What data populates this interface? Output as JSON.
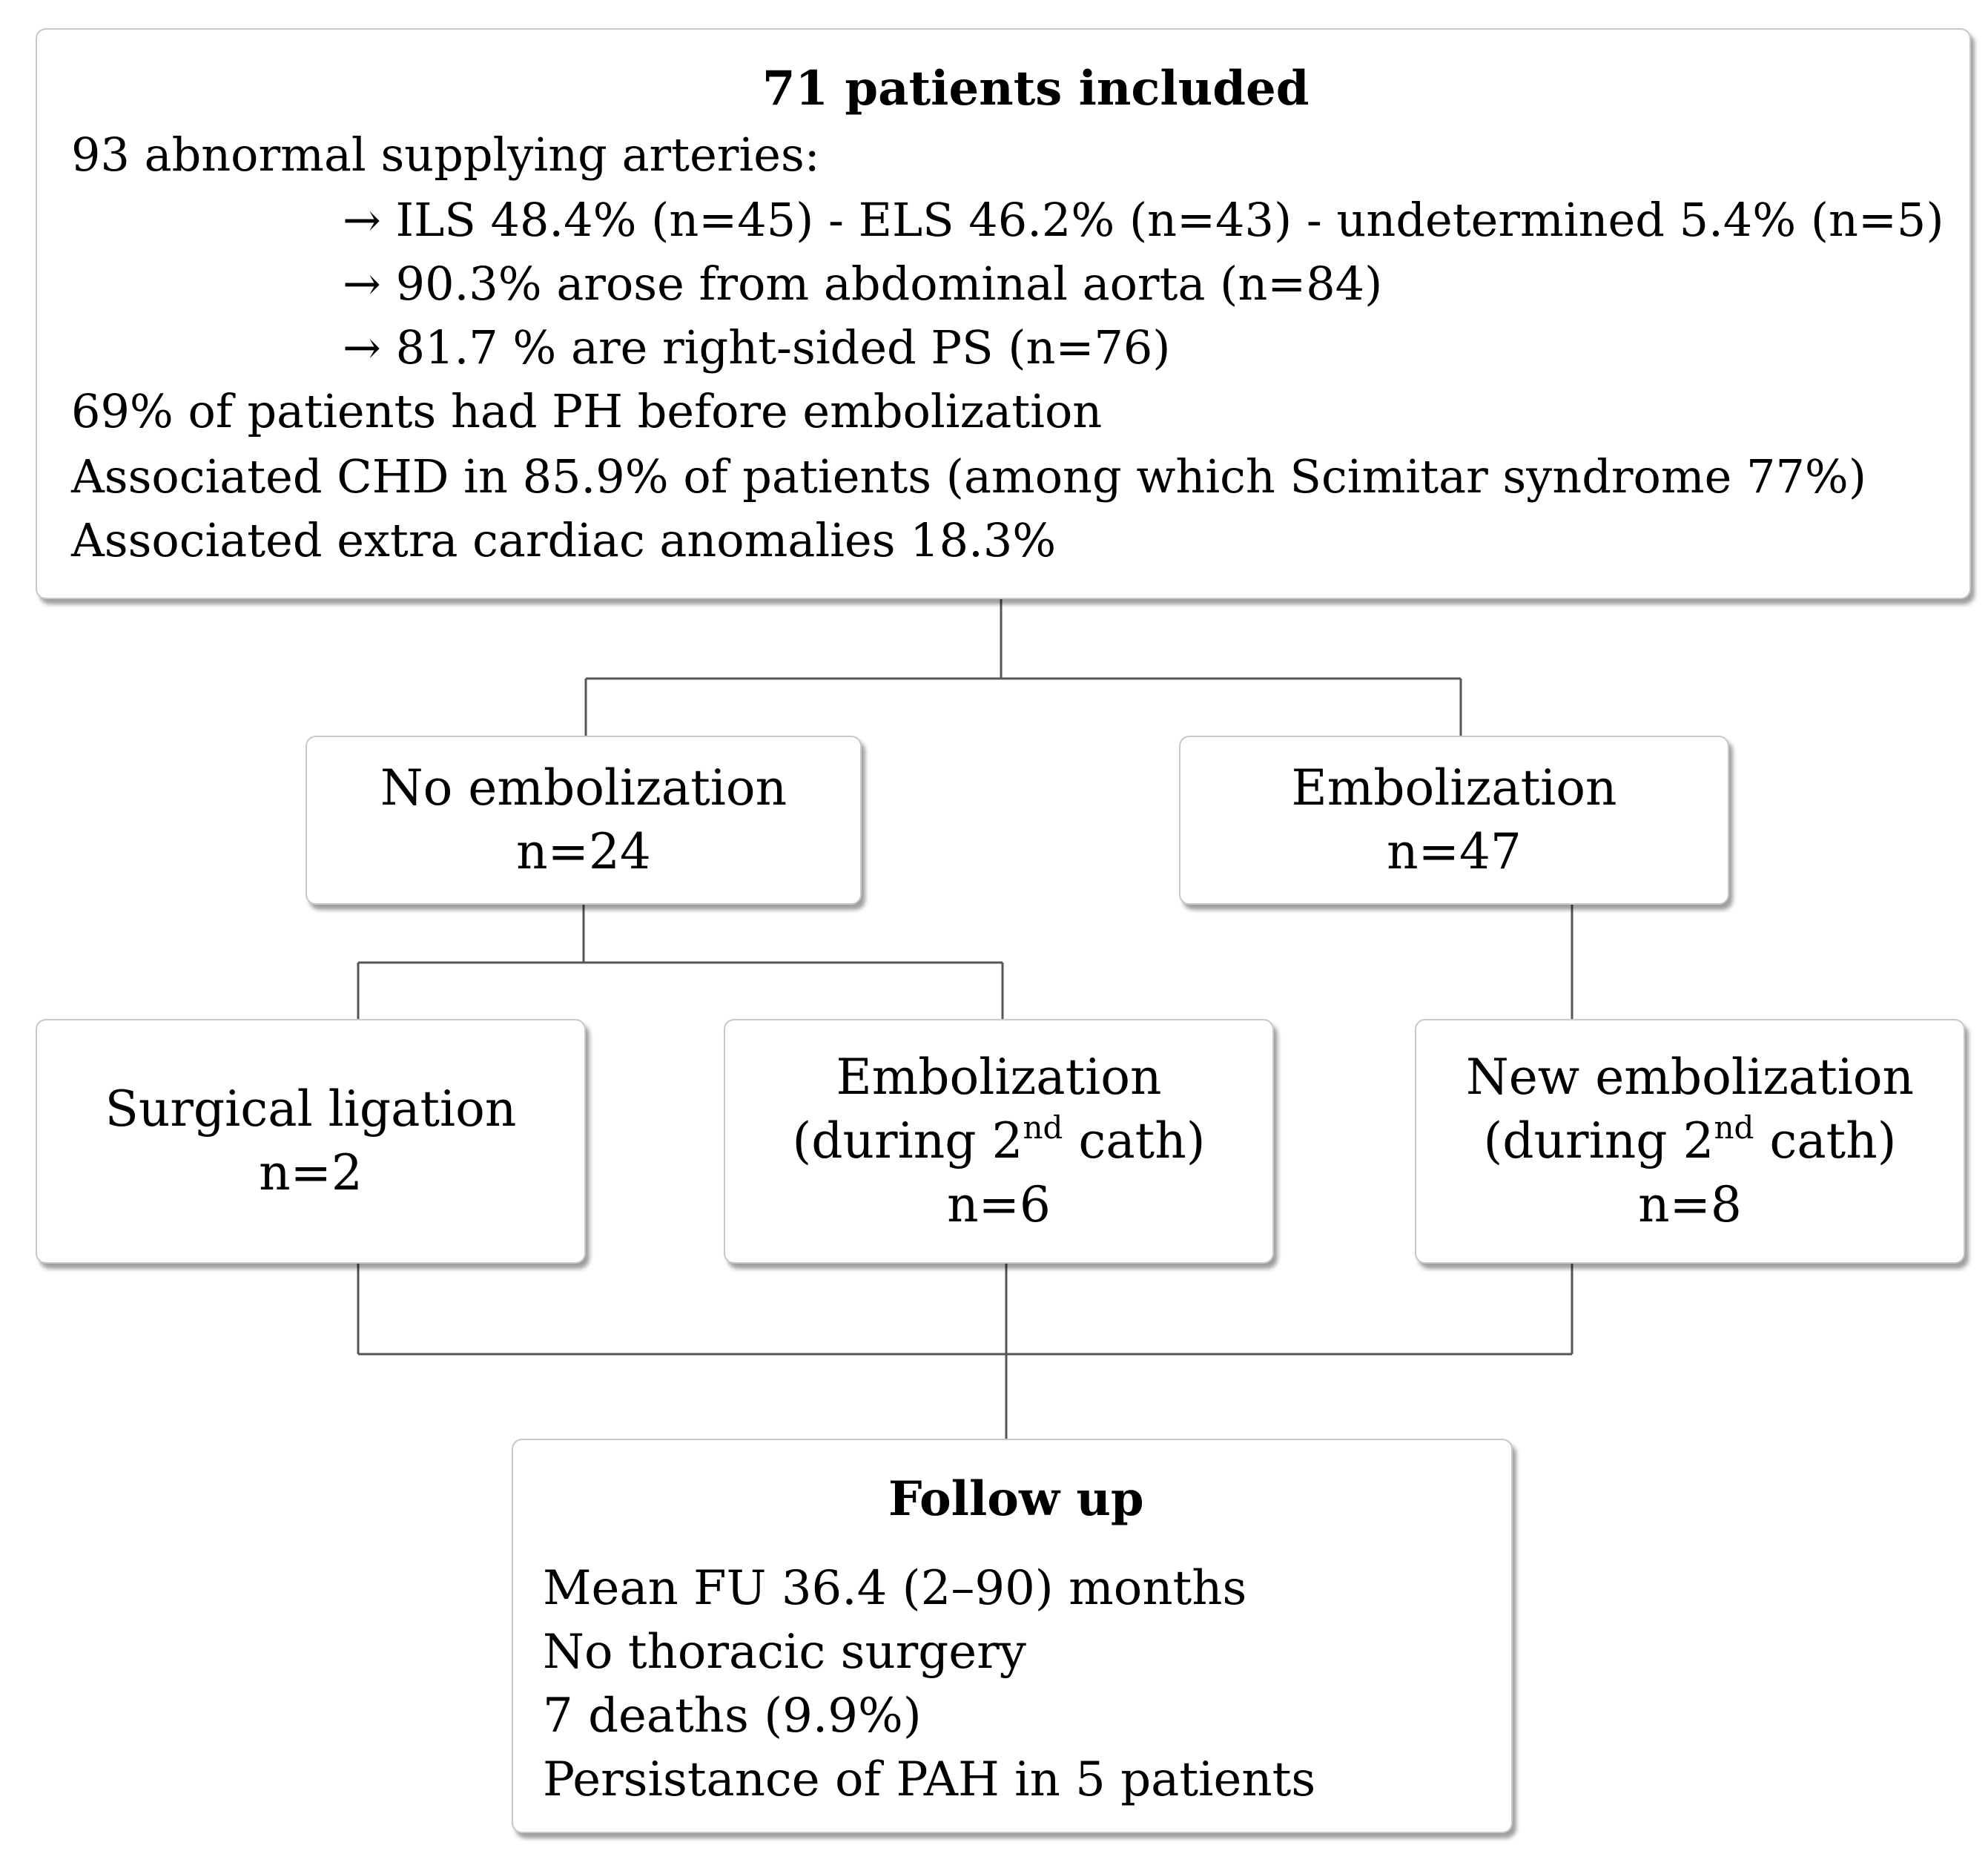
{
  "top": {
    "title": "71 patients included",
    "line1": "93 abnormal supplying arteries:",
    "bullets": [
      "ILS 48.4% (n=45) - ELS 46.2% (n=43) - undetermined 5.4% (n=5)",
      "90.3% arose from abdominal aorta (n=84)",
      "81.7 % are right-sided PS (n=76)"
    ],
    "line2": "69% of patients had PH before embolization",
    "line3": "Associated CHD in 85.9% of patients (among which Scimitar syndrome 77%)",
    "line4": "Associated extra cardiac anomalies 18.3%"
  },
  "no_embolization": {
    "label": "No embolization",
    "n": "n=24"
  },
  "embolization": {
    "label": "Embolization",
    "n": "n=47"
  },
  "surgical": {
    "label": "Surgical ligation",
    "n": "n=2"
  },
  "embolization2": {
    "label": "Embolization",
    "during_prefix": "(during 2",
    "sup": "nd",
    "during_suffix": " cath)",
    "n": "n=6"
  },
  "new_embolization": {
    "label": "New embolization",
    "during_prefix": "(during 2",
    "sup": "nd",
    "during_suffix": " cath)",
    "n": "n=8"
  },
  "follow_up": {
    "title": "Follow up",
    "lines": [
      "Mean FU 36.4 (2–90) months",
      "No thoracic surgery",
      "7 deaths  (9.9%)",
      "Persistance of PAH in 5 patients"
    ]
  },
  "colors": {
    "connector": "#555555",
    "border": "#c8c8c8"
  }
}
